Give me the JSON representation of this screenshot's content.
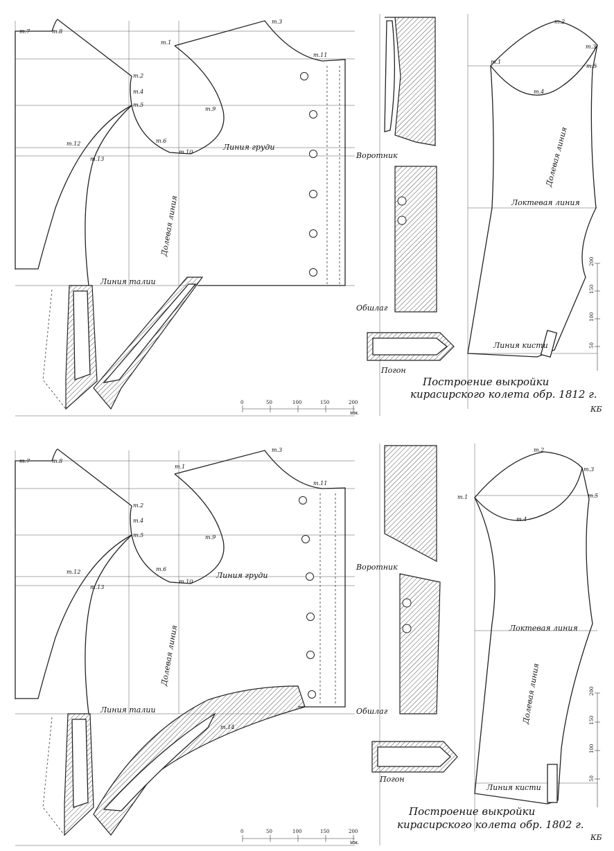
{
  "sheets": [
    {
      "caption_line1": "Построение выкройки",
      "caption_line2": "кирасирского колета обр. 1812 г.",
      "mark": "КБ",
      "labels": {
        "chest_line": "Линия груди",
        "waist_line": "Линия талии",
        "length_line": "Долевая линия",
        "collar": "Воротник",
        "cuff": "Обшлаг",
        "strap": "Погон",
        "elbow_line": "Локтевая линия",
        "sleeve_length_line": "Долевая линия",
        "wrist_line": "Линия кисти"
      },
      "points": [
        "т.7",
        "т.8",
        "т.2",
        "т.4",
        "т.5",
        "т.1",
        "т.3",
        "т.9",
        "т.6",
        "т.10",
        "т.11",
        "т.12",
        "т.13"
      ],
      "sleeve_points": [
        "т.1",
        "т.2",
        "т.3",
        "т.4",
        "т.5"
      ],
      "scale": {
        "ticks": [
          "0",
          "50",
          "100",
          "150",
          "200"
        ],
        "unit": "мм."
      },
      "ruler": {
        "ticks": [
          "50",
          "100",
          "150",
          "200"
        ],
        "unit": "мм."
      }
    },
    {
      "caption_line1": "Построение выкройки",
      "caption_line2": "кирасирского колета обр. 1802 г.",
      "mark": "КБ",
      "labels": {
        "chest_line": "Линия груди",
        "waist_line": "Линия талии",
        "length_line": "Долевая линия",
        "collar": "Воротник",
        "cuff": "Обшлаг",
        "strap": "Погон",
        "elbow_line": "Локтевая линия",
        "sleeve_length_line": "Долевая линия",
        "wrist_line": "Линия кисти"
      },
      "points": [
        "т.7",
        "т.8",
        "т.2",
        "т.4",
        "т.5",
        "т.1",
        "т.3",
        "т.9",
        "т.6",
        "т.10",
        "т.11",
        "т.12",
        "т.13",
        "т.14"
      ],
      "sleeve_points": [
        "т.1",
        "т.2",
        "т.3",
        "т.4",
        "т.5"
      ],
      "scale": {
        "ticks": [
          "0",
          "50",
          "100",
          "150",
          "200"
        ],
        "unit": "мм."
      },
      "ruler": {
        "ticks": [
          "50",
          "100",
          "150",
          "200"
        ],
        "unit": "мм."
      }
    }
  ]
}
